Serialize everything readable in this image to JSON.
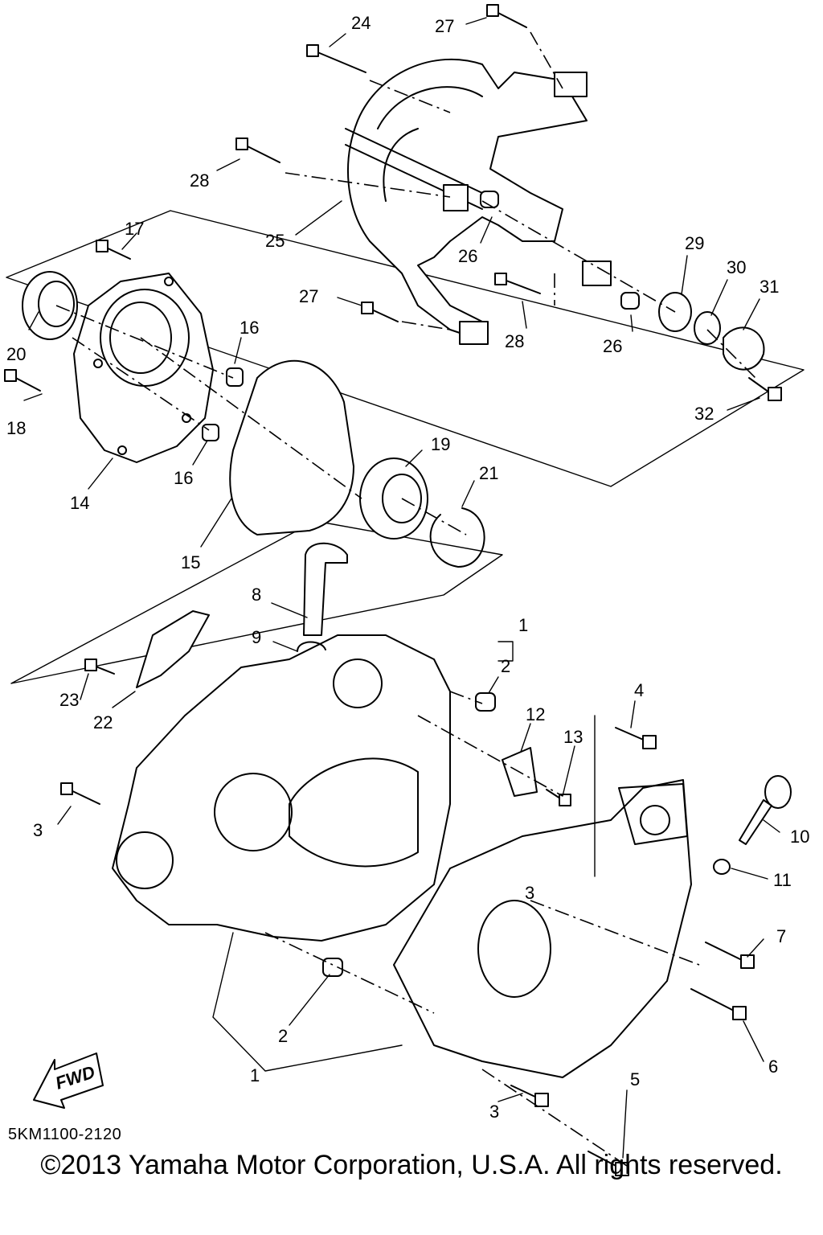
{
  "diagram": {
    "callouts": {
      "c1a": "1",
      "c2a": "2",
      "c1b": "1",
      "c2b": "2",
      "c3a": "3",
      "c3b": "3",
      "c3c": "3",
      "c4": "4",
      "c5": "5",
      "c6": "6",
      "c7": "7",
      "c8": "8",
      "c9": "9",
      "c10": "10",
      "c11": "11",
      "c12": "12",
      "c13": "13",
      "c14": "14",
      "c15": "15",
      "c16a": "16",
      "c16b": "16",
      "c17": "17",
      "c18": "18",
      "c19": "19",
      "c20": "20",
      "c21": "21",
      "c22": "22",
      "c23": "23",
      "c24": "24",
      "c25": "25",
      "c26a": "26",
      "c26b": "26",
      "c27a": "27",
      "c27b": "27",
      "c28a": "28",
      "c28b": "28",
      "c29": "29",
      "c30": "30",
      "c31": "31",
      "c32": "32"
    },
    "fwd_label": "FWD",
    "drawing_code": "5KM1100-2120",
    "copyright": "©2013 Yamaha Motor Corporation, U.S.A. All rights reserved."
  }
}
